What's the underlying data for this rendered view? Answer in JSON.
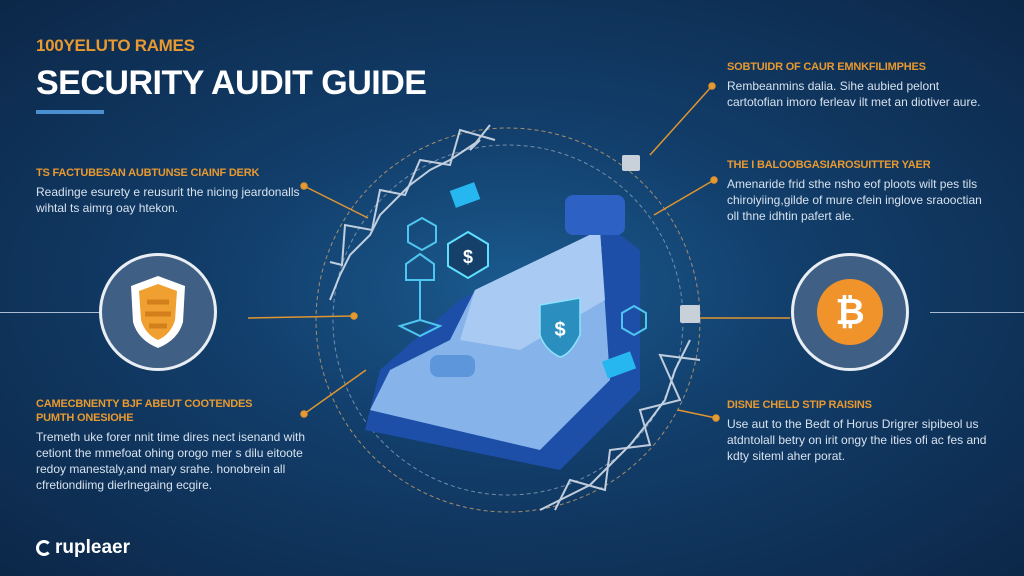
{
  "header": {
    "kicker": "100YELUTO RAMES",
    "title": "SECURITY AUDIT GUIDE"
  },
  "left_sections": [
    {
      "heading": "TS FACTUBESAN AUBTUNSE CIAINF DERK",
      "body": "Readinge esurety e reusurit the nicing jeardonalls wihtal ts aimrg oay htekon."
    },
    {
      "heading": "CAMECBNENTY BJF ABEUT COOTENDES PUMTH ONESIOHE",
      "body": "Tremeth uke forer nnit time dires nect isenand with cetiont the mmefoat ohing orogo mer s dilu eitoote redoy manestaly,and mary srahe. honobrein all cfretiondiimg dierlnegaing ecgire."
    }
  ],
  "right_sections": [
    {
      "heading": "SOBTUIDR OF CAUR EMNKFILIMPHES",
      "body": "Rembeanmins dalia. Sihe aubied pelont cartotofian imoro ferleav ilt met an diotiver aure."
    },
    {
      "heading": "THE I BALOOBGASIAROSUITTER YAER",
      "body": "Amenaride frid sthe nsho eof ploots wilt pes tils chiroiyiing,gilde of mure cfein inglove sraooctian oll thne idhtin pafert ale."
    },
    {
      "heading": "DISNE CHELD STIP RAISINS",
      "body": "Use aut to the Bedt of Horus Drigrer sipibeol us atdntolall betry on irit ongy the ities ofi ac fes and kdty siteml aher porat."
    }
  ],
  "footer": {
    "logo": "rupleaer"
  },
  "colors": {
    "accent": "#e8992f",
    "bitcoin": "#f0932b",
    "shield": "#f0a030"
  }
}
